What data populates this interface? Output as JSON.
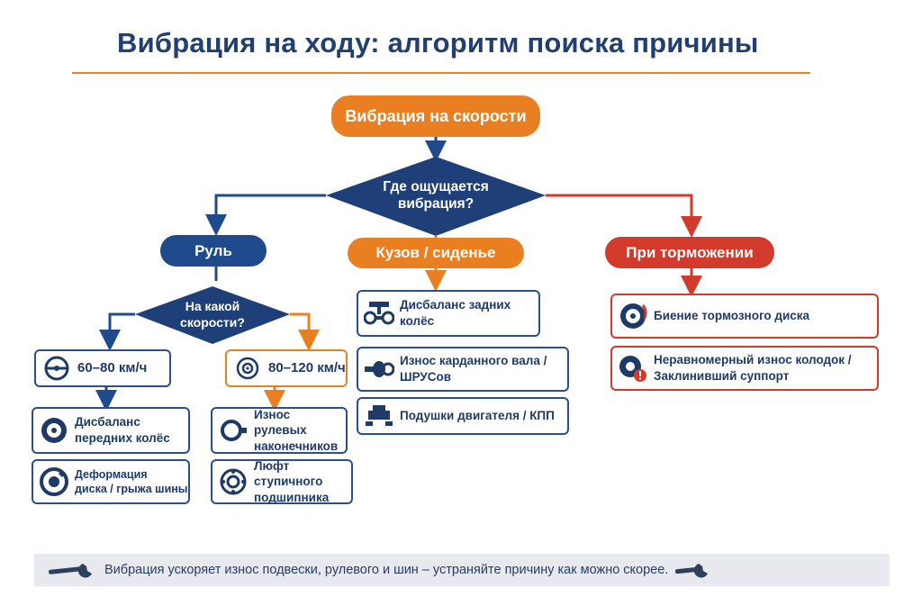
{
  "title": "Вибрация на ходу: алгоритм поиска причины",
  "start": "Вибрация на скорости",
  "question_main": [
    "Где ощущается",
    "вибрация?"
  ],
  "branches": {
    "wheel": "Руль",
    "body": "Кузов / сиденье",
    "braking": "При торможении"
  },
  "question_speed": [
    "На какой",
    "скорости?"
  ],
  "speed_low": "60–80 км/ч",
  "speed_high": "80–120 км/ч",
  "causes_low": [
    {
      "icon": "tire-icon",
      "label": "Дисбаланс\nпередних колёс"
    },
    {
      "icon": "damaged-wheel-icon",
      "label": "Деформация\nдиска / грыжа шины"
    }
  ],
  "causes_high": [
    {
      "icon": "tie-rod-icon",
      "label": "Износ рулевых\nнаконечников"
    },
    {
      "icon": "bearing-icon",
      "label": "Люфт ступичного\nподшипника"
    }
  ],
  "causes_body": [
    {
      "icon": "rear-axle-icon",
      "label": "Дисбаланс задних\nколёс"
    },
    {
      "icon": "cv-joint-icon",
      "label": "Износ карданного вала /\nШРУСов"
    },
    {
      "icon": "engine-mount-icon",
      "label": "Подушки двигателя / КПП"
    }
  ],
  "causes_braking": [
    {
      "icon": "brake-disc-icon",
      "label": "Биение тормозного диска"
    },
    {
      "icon": "caliper-warning-icon",
      "label": "Неравномерный износ колодок /\nЗаклинивший суппорт"
    }
  ],
  "footer": "Вибрация ускоряет износ подвески, рулевого и шин – устраняйте причину как можно скорее.",
  "colors": {
    "navy": "#1f4a8c",
    "orange": "#ea7f22",
    "red": "#d23a2c"
  }
}
